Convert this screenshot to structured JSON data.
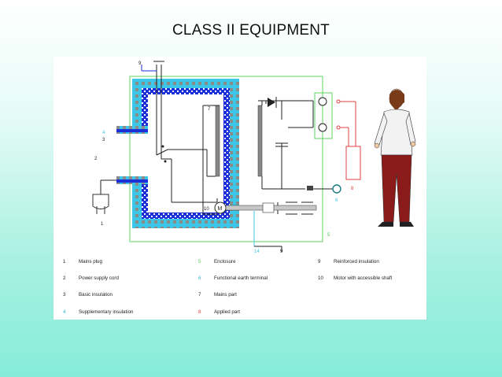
{
  "title": "CLASS II EQUIPMENT",
  "labels": {
    "n1": "1",
    "n2": "2",
    "n3": "3",
    "n4": "4",
    "n5": "5",
    "n6": "6",
    "n7": "7",
    "n8": "8",
    "n9a": "9",
    "n9b": "9",
    "n10": "10",
    "n14": "14",
    "motor": "M"
  },
  "legend": [
    {
      "num": "1",
      "text": "Mains plug",
      "color": "black"
    },
    {
      "num": "2",
      "text": "Power supply cord",
      "color": "black"
    },
    {
      "num": "3",
      "text": "Basic insulation",
      "color": "black"
    },
    {
      "num": "4",
      "text": "Supplementary insulation",
      "color": "cyan"
    },
    {
      "num": "5",
      "text": "Enclosure",
      "color": "green"
    },
    {
      "num": "6",
      "text": "Functional earth terminal",
      "color": "cyan"
    },
    {
      "num": "7",
      "text": "Mains part",
      "color": "black"
    },
    {
      "num": "8",
      "text": "Applied part",
      "color": "red"
    },
    {
      "num": "9",
      "text": "Reinforced insulation",
      "color": "black"
    },
    {
      "num": "10",
      "text": "Motor with accessible shaft",
      "color": "black"
    }
  ],
  "colors": {
    "enclosure": "#5fd35f",
    "insulation_blue": "#1a2fd8",
    "insulation_cyan": "#3cc6e8",
    "applied_part": "#e04040",
    "figure_shirt": "#f2f2f2",
    "figure_trousers": "#8b1a1a"
  }
}
